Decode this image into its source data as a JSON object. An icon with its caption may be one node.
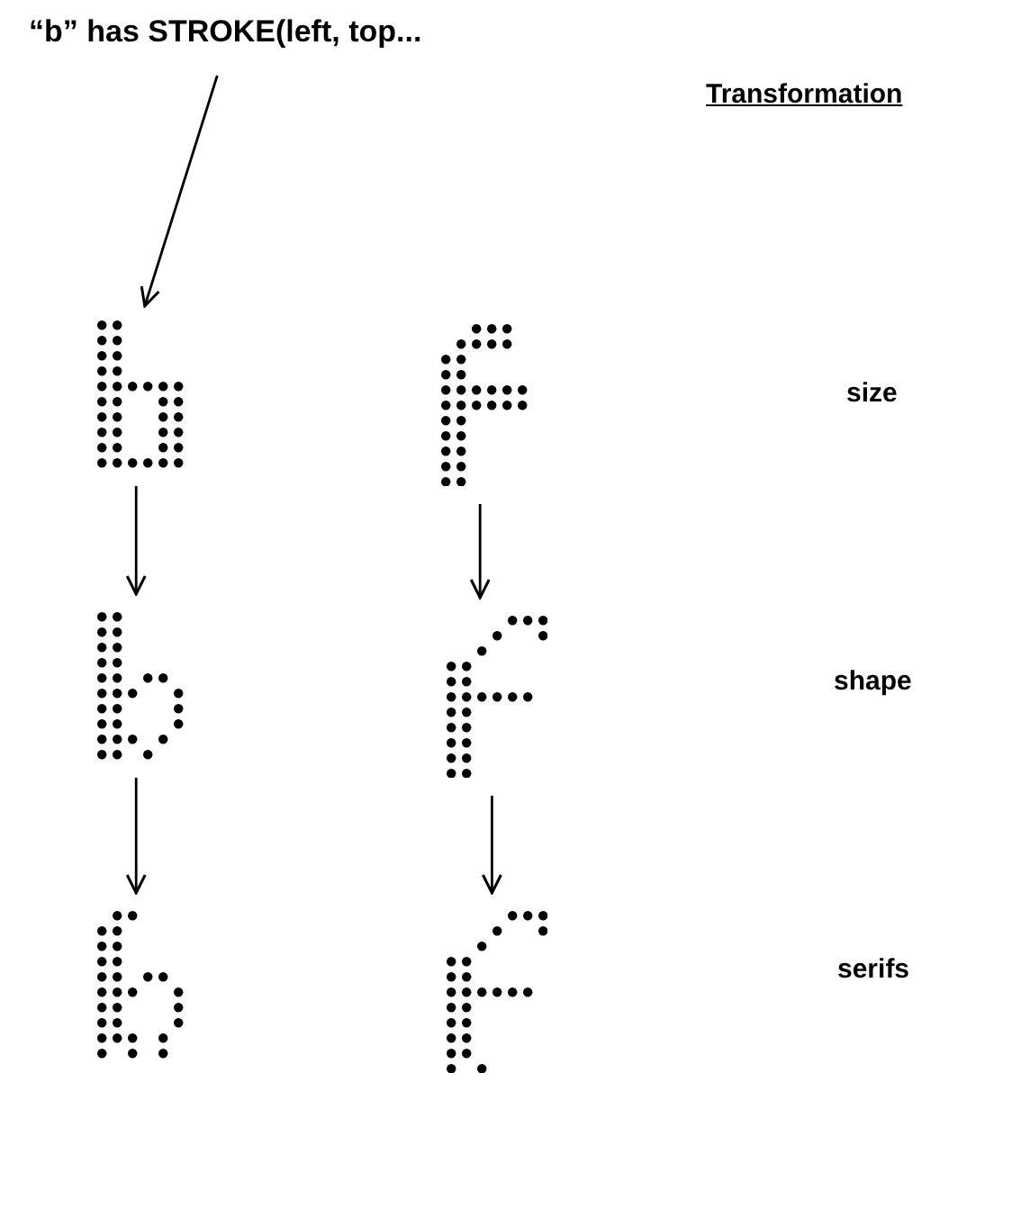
{
  "diagram": {
    "nodes": [
      {
        "text": [
          "“b” has STROKE(left, top..."
        ]
      },
      {
        "text": [],
        "shape": "picture"
      },
      {
        "text": [],
        "shape": "picture"
      },
      {
        "text": [],
        "shape": "picture"
      },
      {
        "text": [],
        "shape": "picture"
      },
      {
        "text": [],
        "shape": "picture"
      },
      {
        "text": [],
        "shape": "picture"
      }
    ],
    "edges": [
      {
        "from": 0,
        "to": 1,
        "arrow": "to"
      },
      {
        "from": 1,
        "to": 3,
        "arrow": "to"
      },
      {
        "from": 3,
        "to": 5,
        "arrow": "to"
      },
      {
        "from": 2,
        "to": 4,
        "arrow": "to"
      },
      {
        "from": 4,
        "to": 6,
        "arrow": "to"
      }
    ],
    "labels": [
      "Transformation",
      "size",
      "shape",
      "serifs"
    ]
  }
}
